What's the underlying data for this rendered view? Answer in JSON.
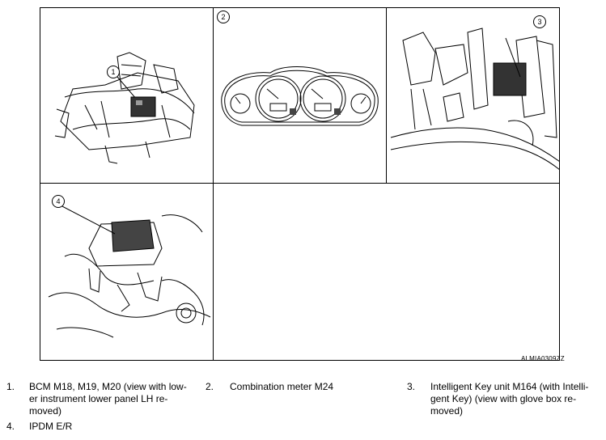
{
  "figure": {
    "code": "ALMIA0309ZZ",
    "panels": [
      {
        "callout": "1"
      },
      {
        "callout": "2"
      },
      {
        "callout": "3"
      },
      {
        "callout": "4"
      }
    ]
  },
  "legend": [
    {
      "num": "1.",
      "text_lines": [
        "BCM M18, M19, M20 (view with low-",
        "er instrument lower panel LH re-",
        "moved)"
      ]
    },
    {
      "num": "2.",
      "text_lines": [
        "Combination meter M24"
      ]
    },
    {
      "num": "3.",
      "text_lines": [
        "Intelligent Key unit M164 (with Intelli-",
        "gent Key) (view with glove box re-",
        "moved)"
      ]
    },
    {
      "num": "4.",
      "text_lines": [
        "IPDM E/R"
      ]
    }
  ]
}
